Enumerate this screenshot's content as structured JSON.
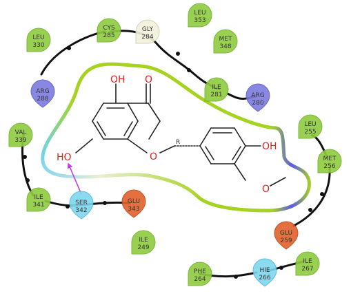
{
  "diagram": {
    "residues": [
      {
        "id": "leu330",
        "name": "LEU",
        "num": "330",
        "kind": "hydrophobic"
      },
      {
        "id": "cys285",
        "name": "CYS",
        "num": "285",
        "kind": "hydrophobic"
      },
      {
        "id": "gly284",
        "name": "GLY",
        "num": "284",
        "kind": "glycine"
      },
      {
        "id": "leu353",
        "name": "LEU",
        "num": "353",
        "kind": "hydrophobic"
      },
      {
        "id": "met348",
        "name": "MET",
        "num": "348",
        "kind": "hydrophobic"
      },
      {
        "id": "arg288",
        "name": "ARG",
        "num": "288",
        "kind": "positive"
      },
      {
        "id": "ile281",
        "name": "ILE",
        "num": "281",
        "kind": "hydrophobic"
      },
      {
        "id": "arg280",
        "name": "ARG",
        "num": "280",
        "kind": "positive"
      },
      {
        "id": "val339",
        "name": "VAL",
        "num": "339",
        "kind": "hydrophobic"
      },
      {
        "id": "leu255",
        "name": "LEU",
        "num": "255",
        "kind": "hydrophobic"
      },
      {
        "id": "met256",
        "name": "MET",
        "num": "256",
        "kind": "hydrophobic"
      },
      {
        "id": "ile341",
        "name": "ILE",
        "num": "341",
        "kind": "hydrophobic"
      },
      {
        "id": "ser342",
        "name": "SER",
        "num": "342",
        "kind": "polar"
      },
      {
        "id": "glu343",
        "name": "GLU",
        "num": "343",
        "kind": "negative"
      },
      {
        "id": "glu259",
        "name": "GLU",
        "num": "259",
        "kind": "negative"
      },
      {
        "id": "ile249",
        "name": "ILE",
        "num": "249",
        "kind": "hydrophobic"
      },
      {
        "id": "phe264",
        "name": "PHE",
        "num": "264",
        "kind": "hydrophobic"
      },
      {
        "id": "hie266",
        "name": "HIE",
        "num": "266",
        "kind": "polar"
      },
      {
        "id": "ile267",
        "name": "ILE",
        "num": "267",
        "kind": "hydrophobic"
      }
    ],
    "atoms": {
      "oh_top": "OH",
      "o_keto": "O",
      "oh_left": "HO",
      "o_ring": "O",
      "stereo": "R",
      "oh_right": "OH",
      "o_methoxy": "O"
    },
    "colors": {
      "hydrophobic": "#8fcc3f",
      "glycine": "#f1f1dc",
      "positive": "#7c7ce0",
      "polar": "#7fd6ee",
      "negative": "#e0612a",
      "pocket": "#a6d321",
      "hbond_arrow": "#c040e8",
      "heteroatom": "#e0201a"
    }
  }
}
